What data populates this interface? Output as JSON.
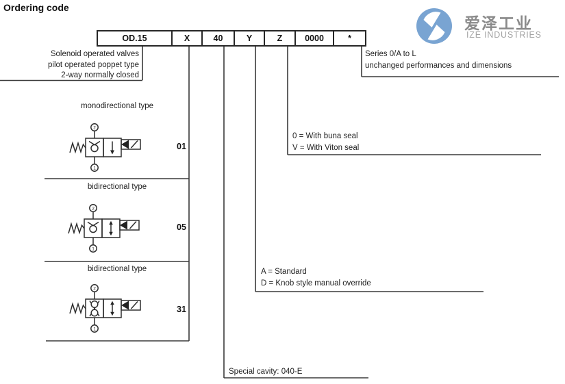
{
  "title": "Ordering code",
  "logo": {
    "brand_cn": "爱泽工业",
    "brand_en": "IZE INDUSTRIES",
    "circle_color": "#79a4d2"
  },
  "code_table": {
    "cells": [
      "OD.15",
      "X",
      "40",
      "Y",
      "Z",
      "0000",
      "*"
    ]
  },
  "descriptions": {
    "base": {
      "lines": [
        "Solenoid operated valves",
        "pilot operated poppet type",
        "2-way normally closed"
      ]
    },
    "series": {
      "lines": [
        "Series 0/A to L",
        "unchanged performances and dimensions"
      ]
    },
    "seal": {
      "lines": [
        "0 = With buna seal",
        "V = With Viton seal"
      ]
    },
    "override": {
      "lines": [
        "A = Standard",
        "D = Knob style manual override"
      ]
    },
    "cavity": {
      "line": "Special cavity: 040-E"
    }
  },
  "valves": [
    {
      "type_label": "monodirectional type",
      "code": "01",
      "port_top": "2",
      "port_bottom": "1"
    },
    {
      "type_label": "bidirectional type",
      "code": "05",
      "port_top": "2",
      "port_bottom": "1"
    },
    {
      "type_label": "bidirectional type",
      "code": "31",
      "port_top": "2",
      "port_bottom": "1"
    }
  ]
}
